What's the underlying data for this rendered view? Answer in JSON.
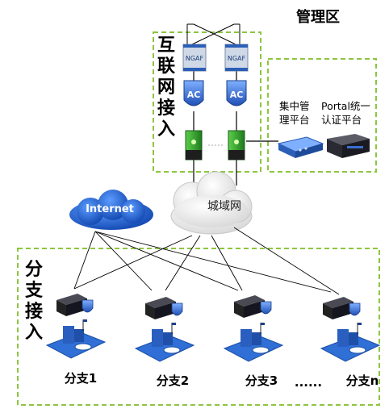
{
  "zones": {
    "management": "管理区",
    "internet_access": "互联网接入",
    "branch_access": "分支接入"
  },
  "devices": {
    "firewall_label": "NGAF",
    "ac_label": "AC",
    "central_platform": [
      "集中管",
      "理平台"
    ],
    "portal_platform": [
      "Portal统一",
      "认证平台"
    ]
  },
  "clouds": {
    "internet": "Internet",
    "metro": "城域网"
  },
  "branches": [
    "分支1",
    "分支2",
    "分支3",
    "分支n"
  ],
  "ellipsis": "......",
  "colors": {
    "zone_border": "#8cc63f",
    "cloud_blue": "#1f5fc8",
    "cloud_white": "#f2f2f2",
    "device_blue": "#2f6fd6",
    "switch_green": "#3aa935",
    "link": "#000000"
  }
}
